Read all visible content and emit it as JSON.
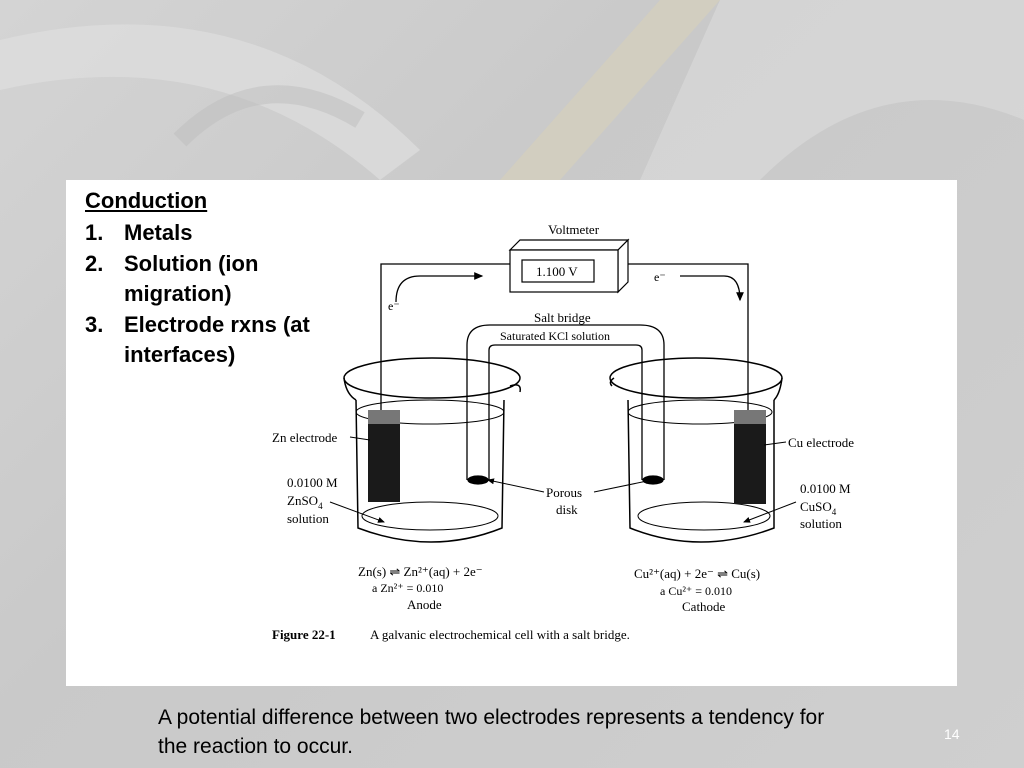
{
  "notes": {
    "heading": "Conduction",
    "items": [
      {
        "num": "1.",
        "text": "Metals"
      },
      {
        "num": "2.",
        "text": "Solution (ion migration)"
      },
      {
        "num": "3.",
        "text": "Electrode rxns (at interfaces)"
      }
    ]
  },
  "figure": {
    "voltmeter_label": "Voltmeter",
    "voltmeter_reading": "1.100 V",
    "electron_left": "e⁻",
    "electron_right": "e⁻",
    "salt_bridge": "Salt bridge",
    "salt_bridge_solution": "Saturated KCl solution",
    "zn_electrode": "Zn electrode",
    "cu_electrode": "Cu electrode",
    "zn_conc": "0.0100 M",
    "zn_salt": "ZnSO",
    "zn_salt_sub": "4",
    "zn_solution": "solution",
    "cu_conc": "0.0100 M",
    "cu_salt": "CuSO",
    "cu_salt_sub": "4",
    "cu_solution": "solution",
    "porous_1": "Porous",
    "porous_2": "disk",
    "anode_reaction": "Zn(s) ⇌ Zn²⁺(aq) + 2e⁻",
    "anode_activity": "a Zn²⁺ = 0.010",
    "anode_label": "Anode",
    "cathode_reaction": "Cu²⁺(aq) + 2e⁻ ⇌ Cu(s)",
    "cathode_activity": "a Cu²⁺ = 0.010",
    "cathode_label": "Cathode",
    "caption_label": "Figure 22-1",
    "caption_text": "A galvanic electrochemical cell with a salt bridge."
  },
  "caption": "A potential difference between two electrodes represents a tendency for the reaction to occur.",
  "slide_number": "14"
}
